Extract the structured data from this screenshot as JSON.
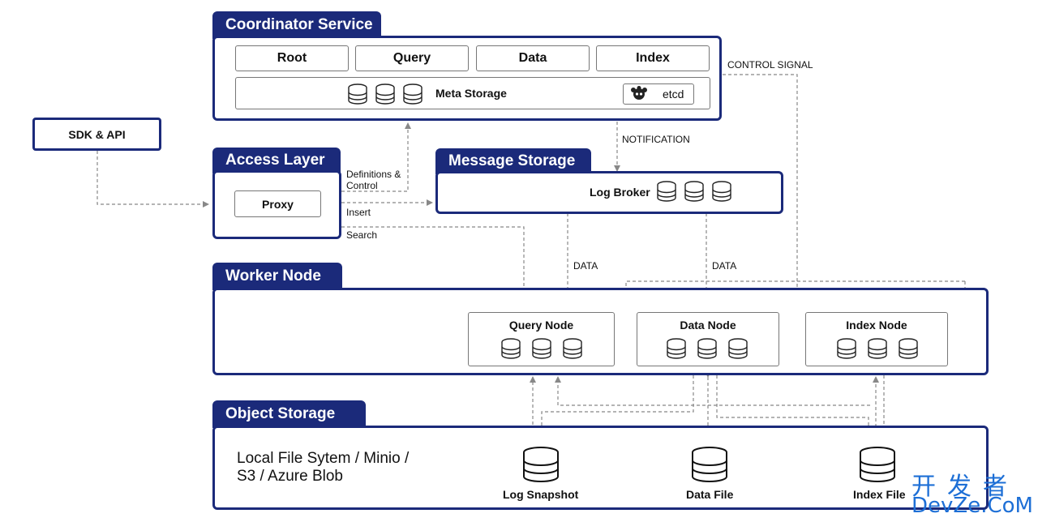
{
  "coordinator": {
    "title": "Coordinator Service",
    "buttons": [
      "Root",
      "Query",
      "Data",
      "Index"
    ],
    "meta_storage_label": "Meta Storage",
    "etcd_label": "etcd"
  },
  "sdk": {
    "label": "SDK & API"
  },
  "access": {
    "title": "Access Layer",
    "proxy_label": "Proxy"
  },
  "message": {
    "title": "Message Storage",
    "log_broker_label": "Log Broker"
  },
  "worker": {
    "title": "Worker Node",
    "nodes": [
      "Query Node",
      "Data Node",
      "Index Node"
    ]
  },
  "object_storage": {
    "title": "Object Storage",
    "description_line1": "Local File Sytem / Minio /",
    "description_line2": "S3 / Azure Blob",
    "files": [
      "Log Snapshot",
      "Data File",
      "Index File"
    ]
  },
  "edges": {
    "control_signal": "CONTROL SIGNAL",
    "notification": "NOTIFICATION",
    "definitions_line1": "Definitions &",
    "definitions_line2": "Control",
    "insert": "Insert",
    "search": "Search",
    "data_left": "DATA",
    "data_right": "DATA"
  },
  "watermark": {
    "top": "开发者",
    "bottom": "DevZe.CoM"
  },
  "colors": {
    "panel": "#1b2a7a",
    "arrow": "#888888",
    "watermark": "#1d6fd6"
  }
}
